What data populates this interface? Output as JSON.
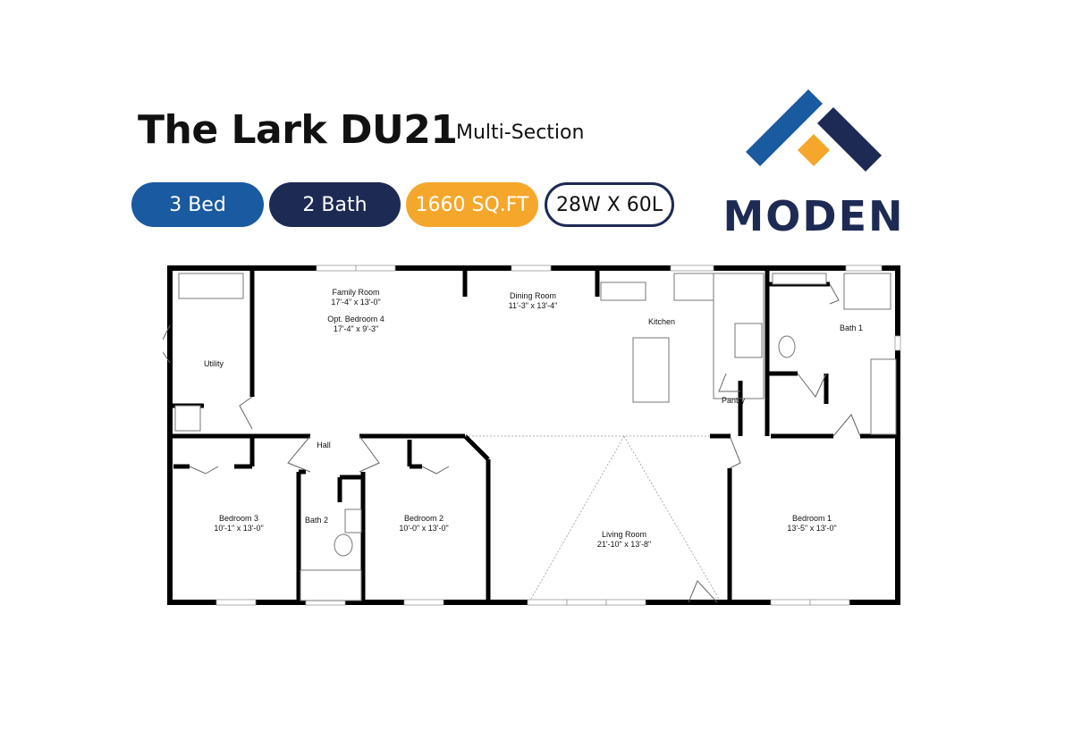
{
  "header": {
    "title": "The Lark DU21",
    "subtitle": "Multi-Section"
  },
  "badges": {
    "bed": "3 Bed",
    "bath": "2 Bath",
    "sqft": "1660 SQ.FT",
    "dims": "28W X 60L"
  },
  "colors": {
    "bed_badge": "#1a5aa0",
    "bath_badge": "#1d2a54",
    "sqft_badge": "#f5a72c",
    "logo_blue": "#1a5aa0",
    "logo_navy": "#1d2a54",
    "logo_orange": "#f5a72c",
    "wall": "#000000"
  },
  "logo": {
    "wordmark": "MODEN"
  },
  "floorplan": {
    "family_room": {
      "name": "Family Room",
      "dims": "17'-4\" x 13'-0\""
    },
    "opt_bedroom": {
      "name": "Opt. Bedroom  4",
      "dims": "17'-4\" x 9'-3\""
    },
    "dining_room": {
      "name": "Dining Room",
      "dims": "11'-3\" x 13'-4\""
    },
    "kitchen": {
      "name": "Kitchen"
    },
    "utility": {
      "name": "Utility"
    },
    "pantry": {
      "name": "Pantry"
    },
    "bath1": {
      "name": "Bath 1"
    },
    "hall": {
      "name": "Hall"
    },
    "bath2": {
      "name": "Bath 2"
    },
    "bedroom3": {
      "name": "Bedroom 3",
      "dims": "10'-1\" x 13'-0\""
    },
    "bedroom2": {
      "name": "Bedroom 2",
      "dims": "10'-0\" x 13'-0\""
    },
    "living_room": {
      "name": "Living Room",
      "dims": "21'-10\" x 13'-8\""
    },
    "bedroom1": {
      "name": "Bedroom 1",
      "dims": "13'-5\" x 13'-0\""
    }
  }
}
